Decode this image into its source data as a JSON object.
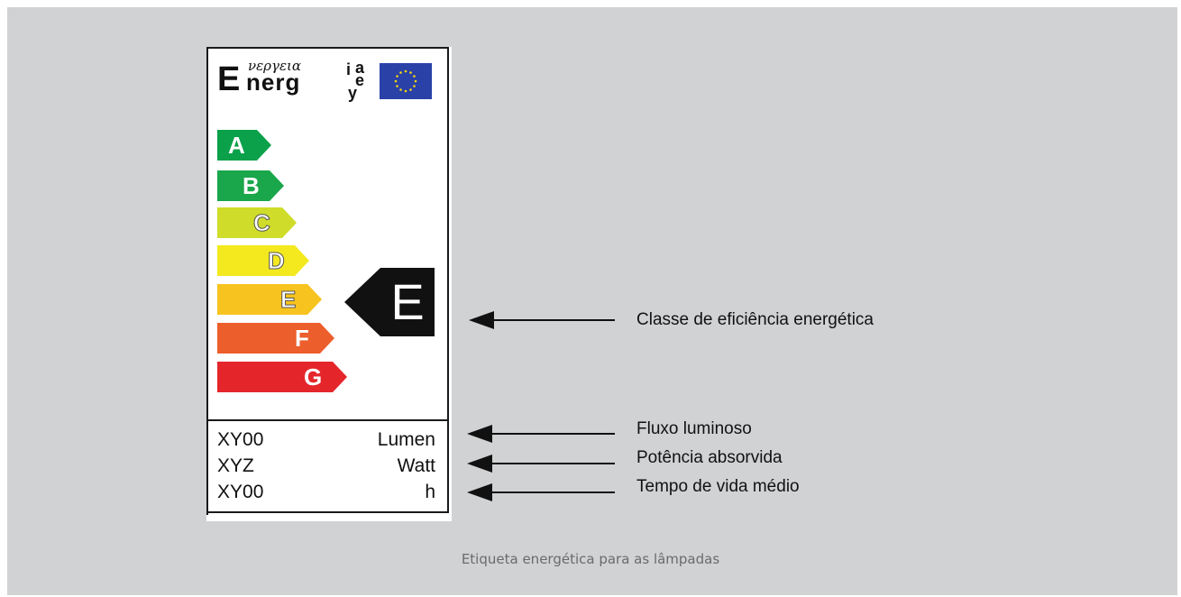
{
  "label": {
    "logo": {
      "big_e": "E",
      "greek": "νεργεια",
      "nerg": "nerg",
      "stack_i": "i",
      "stack_ie_a": "a",
      "stack_e": "e",
      "stack_y": "y"
    },
    "classes": [
      "A",
      "B",
      "C",
      "D",
      "E",
      "F",
      "G"
    ],
    "class_colors": [
      "#0aa14a",
      "#1aa64a",
      "#cfdc2a",
      "#f4e91f",
      "#f7c31e",
      "#ec5e2c",
      "#e4262b"
    ],
    "indicated_class": "E",
    "rows": [
      {
        "code": "XY00",
        "unit": "Lumen"
      },
      {
        "code": "XYZ",
        "unit": "Watt"
      },
      {
        "code": "XY00",
        "unit": "h"
      }
    ]
  },
  "callouts": {
    "efficiency_class": "Classe de eficiência energética",
    "luminous_flux": "Fluxo luminoso",
    "power": "Potência absorvida",
    "lifetime": "Tempo de vida médio"
  },
  "caption": "Etiqueta energética para as lâmpadas"
}
